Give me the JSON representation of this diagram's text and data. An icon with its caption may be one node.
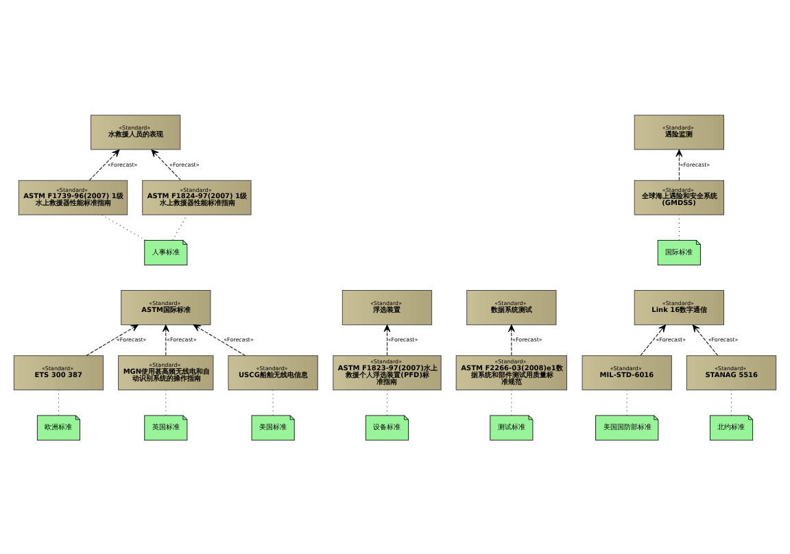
{
  "diagram": {
    "nodes": [
      {
        "text": [
          "«Standard»",
          "水救援人员的表现"
        ]
      },
      {
        "text": [
          "«Standard»",
          "浮选装置"
        ]
      },
      {
        "text": [
          "«Standard»",
          "数据系统测试"
        ]
      },
      {
        "text": [
          "«Standard»",
          "遇险监测"
        ]
      },
      {
        "text": [
          "«Standard»",
          "ASTM F1739-96(2007) 1级水上救援器性能标准指南"
        ]
      },
      {
        "text": [
          "«Standard»",
          "ASTM F1824-97(2007) 1级水上救援器性能标准指南"
        ]
      },
      {
        "text": [
          "«Standard»",
          "ASTM F1823-97(2007)水上救援个人浮选装置(PFD)标准指南"
        ]
      },
      {
        "text": [
          "«Standard»",
          "ASTM F2266-03(2008)e1数据系统和部件测试用质量标准规范"
        ]
      },
      {
        "text": [
          "«Standard»",
          "全球海上遇险和安全系统(GMDSS)"
        ]
      },
      {
        "text": [
          "人事标准"
        ]
      },
      {
        "text": [
          "设备标准"
        ]
      },
      {
        "text": [
          "测试标准"
        ]
      },
      {
        "text": [
          "国际标准"
        ]
      },
      {
        "text": [
          "«Standard»",
          "ASTM国际标准"
        ]
      },
      {
        "text": [
          "«Standard»",
          "Link 16数字通信"
        ]
      },
      {
        "text": [
          "«Standard»",
          "ETS 300 387"
        ]
      },
      {
        "text": [
          "«Standard»",
          "MGN使用甚高频无线电和自动识别系统的操作指南"
        ]
      },
      {
        "text": [
          "«Standard»",
          "USCG船舶无线电信息"
        ]
      },
      {
        "text": [
          "«Standard»",
          "MIL-STD-6016"
        ]
      },
      {
        "text": [
          "«Standard»",
          "STANAG 5516"
        ]
      },
      {
        "text": [
          "欧洲标准"
        ]
      },
      {
        "text": [
          "英国标准"
        ]
      },
      {
        "text": [
          "美国标准"
        ]
      },
      {
        "text": [
          "美国国防部标准"
        ]
      },
      {
        "text": [
          "北约标准"
        ]
      }
    ],
    "edges": [
      {
        "from": 4,
        "to": 0,
        "arrow": "to",
        "label": "«Forecast»",
        "style": "dashed"
      },
      {
        "from": 5,
        "to": 0,
        "arrow": "to",
        "label": "«Forecast»",
        "style": "dashed"
      },
      {
        "from": 6,
        "to": 1,
        "arrow": "to",
        "label": "«Forecast»",
        "style": "dashed"
      },
      {
        "from": 7,
        "to": 2,
        "arrow": "to",
        "label": "«Forecast»",
        "style": "dashed"
      },
      {
        "from": 8,
        "to": 3,
        "arrow": "to",
        "label": "«Forecast»",
        "style": "dashed"
      },
      {
        "from": 9,
        "to": 4,
        "arrow": "none",
        "style": "dashed"
      },
      {
        "from": 9,
        "to": 5,
        "arrow": "none",
        "style": "dashed"
      },
      {
        "from": 10,
        "to": 6,
        "arrow": "none",
        "style": "dashed"
      },
      {
        "from": 11,
        "to": 7,
        "arrow": "none",
        "style": "dashed"
      },
      {
        "from": 12,
        "to": 8,
        "arrow": "none",
        "style": "dashed"
      },
      {
        "from": 15,
        "to": 13,
        "arrow": "to",
        "label": "«Forecast»",
        "style": "dashed"
      },
      {
        "from": 16,
        "to": 13,
        "arrow": "to",
        "label": "«Forecast»",
        "style": "dashed"
      },
      {
        "from": 17,
        "to": 13,
        "arrow": "to",
        "label": "«Forecast»",
        "style": "dashed"
      },
      {
        "from": 18,
        "to": 14,
        "arrow": "to",
        "label": "«Forecast»",
        "style": "dashed"
      },
      {
        "from": 19,
        "to": 14,
        "arrow": "to",
        "label": "«Forecast»",
        "style": "dashed"
      },
      {
        "from": 20,
        "to": 15,
        "arrow": "none",
        "style": "dashed"
      },
      {
        "from": 21,
        "to": 16,
        "arrow": "none",
        "style": "dashed"
      },
      {
        "from": 22,
        "to": 17,
        "arrow": "none",
        "style": "dashed"
      },
      {
        "from": 23,
        "to": 18,
        "arrow": "none",
        "style": "dashed"
      },
      {
        "from": 24,
        "to": 19,
        "arrow": "none",
        "style": "dashed"
      }
    ]
  }
}
